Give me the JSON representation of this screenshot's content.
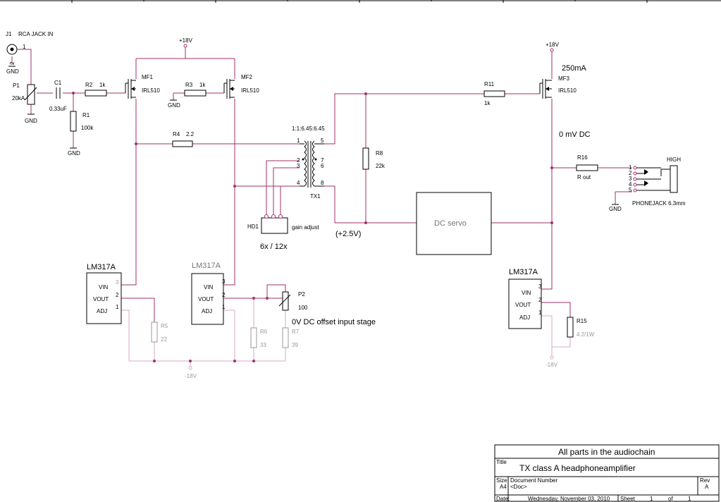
{
  "components": {
    "j1": {
      "ref": "J1",
      "name": "RCA JACK IN",
      "pin": "1",
      "pin2": "2",
      "gnd": "GND"
    },
    "p1": {
      "ref": "P1",
      "value": "20kA",
      "gnd": "GND"
    },
    "c1": {
      "ref": "C1",
      "value": "0.33uF"
    },
    "r1": {
      "ref": "R1",
      "value": "100k",
      "gnd": "GND"
    },
    "r2": {
      "ref": "R2",
      "value": "1k"
    },
    "r3": {
      "ref": "R3",
      "value": "1k",
      "gnd": "GND"
    },
    "r4": {
      "ref": "R4",
      "value": "2.2"
    },
    "r5": {
      "ref": "R5",
      "value": "22"
    },
    "r6": {
      "ref": "R6",
      "value": "33"
    },
    "r7": {
      "ref": "R7",
      "value": "39"
    },
    "r8": {
      "ref": "R8",
      "value": "22k"
    },
    "r11": {
      "ref": "R11",
      "value": "1k"
    },
    "r15": {
      "ref": "R15",
      "value": "4.2/1W"
    },
    "r16": {
      "ref": "R16",
      "value": "R out"
    },
    "p2": {
      "ref": "P2",
      "value": "100"
    },
    "mf1": {
      "ref": "MF1",
      "part": "IRL510"
    },
    "mf2": {
      "ref": "MF2",
      "part": "IRL510"
    },
    "mf3": {
      "ref": "MF3",
      "part": "IRL510",
      "current": "250mA"
    },
    "tx1": {
      "ref": "TX1",
      "ratio": "1:1:6.45:6.45",
      "pins": [
        "1",
        "2",
        "3",
        "4",
        "5",
        "6",
        "7",
        "8"
      ]
    },
    "hd1": {
      "ref": "HD1",
      "label": "gain adjust",
      "gain": "6x / 12x"
    },
    "servo": {
      "label": "DC servo"
    },
    "reg1": {
      "name": "LM317A",
      "vin": "VIN",
      "vout": "VOUT",
      "adj": "ADJ",
      "p3": "3",
      "p2": "2",
      "p1": "1"
    },
    "reg2": {
      "name": "LM317A",
      "vin": "VIN",
      "vout": "VOUT",
      "adj": "ADJ",
      "p3": "3",
      "p2": "2",
      "p1": "1"
    },
    "reg3": {
      "name": "LM317A",
      "vin": "VIN",
      "vout": "VOUT",
      "adj": "ADJ",
      "p3": "3",
      "p2": "2",
      "p1": "1"
    },
    "jack": {
      "name": "PHONEJACK 6.3mm",
      "high": "HIGH",
      "gnd": "GND",
      "pins": [
        "1",
        "2",
        "3",
        "4",
        "5"
      ]
    }
  },
  "rails": {
    "pos1": "+18V",
    "pos2": "+18V",
    "neg1": "-18V",
    "neg2": "-18V"
  },
  "annotations": {
    "dc_out": "0 mV DC",
    "servo_ref": "(+2.5V)",
    "offset_note": "0V DC offset input stage"
  },
  "title_block": {
    "heading": "All parts in the audiochain",
    "title_label": "Title",
    "title": "TX class A headphoneamplifier",
    "size_label": "Size",
    "size": "A4",
    "doc_label": "Document Number",
    "doc": "<Doc>",
    "rev_label": "Rev",
    "rev": "A",
    "date_label": "Date:",
    "date": "Wednesday, November 03, 2010",
    "sheet_label": "Sheet",
    "sheet": "1",
    "of_label": "of",
    "of": "1"
  }
}
